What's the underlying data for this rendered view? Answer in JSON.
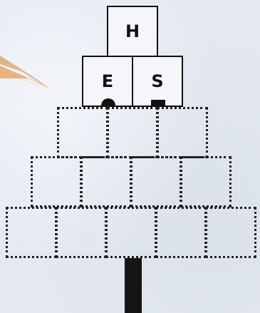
{
  "blocks": {
    "top": {
      "letter": "H"
    },
    "left": {
      "letter": "E"
    },
    "right": {
      "letter": "S"
    }
  },
  "empty_rows": [
    3,
    4,
    5
  ],
  "colors": {
    "background": "#e4e9f1",
    "block_fill": "#f4f6fa",
    "outline": "#111111",
    "streak": "#e7a86a"
  },
  "icons": {
    "left_marker": "half-circle-icon",
    "right_marker": "square-icon",
    "post": "pole",
    "streak": "light-streak"
  }
}
